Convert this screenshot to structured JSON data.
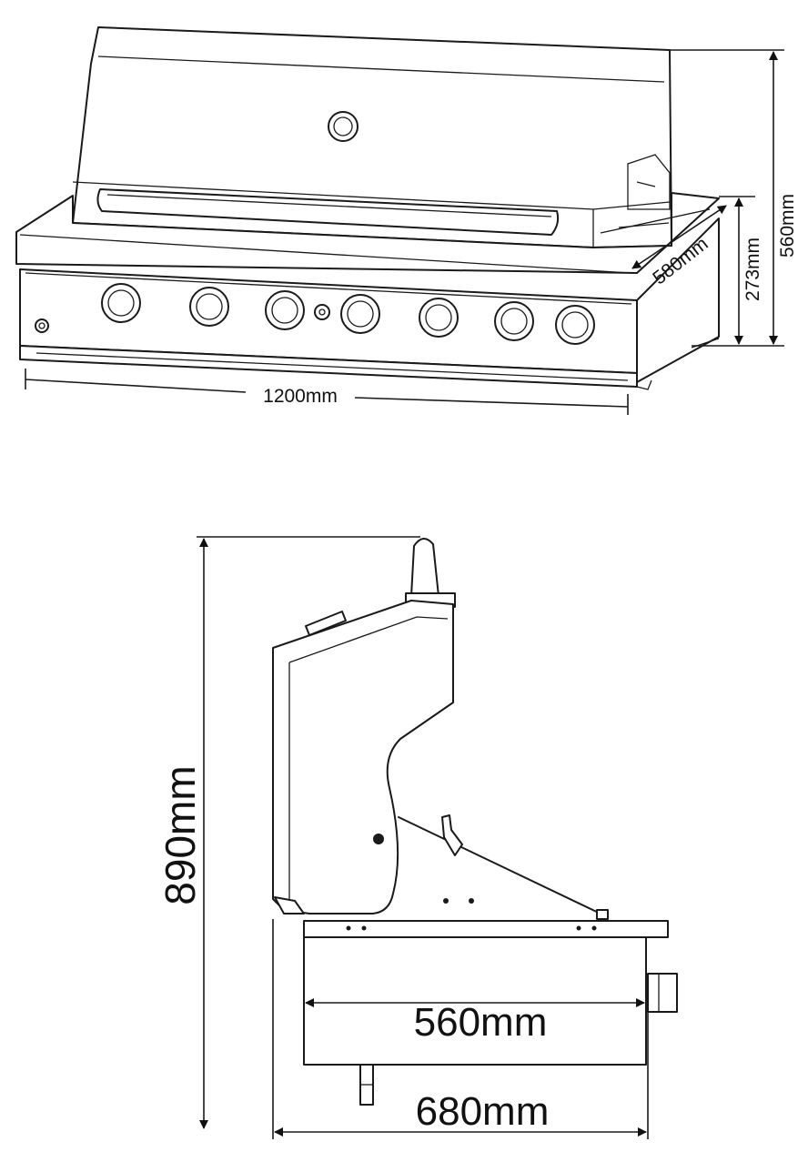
{
  "front_view": {
    "width_label": "1200mm",
    "depth_label": "580mm",
    "base_height_label": "273mm",
    "total_height_label": "560mm"
  },
  "side_view": {
    "overall_height_label": "890mm",
    "inner_depth_label": "560mm",
    "overall_depth_label": "680mm"
  }
}
